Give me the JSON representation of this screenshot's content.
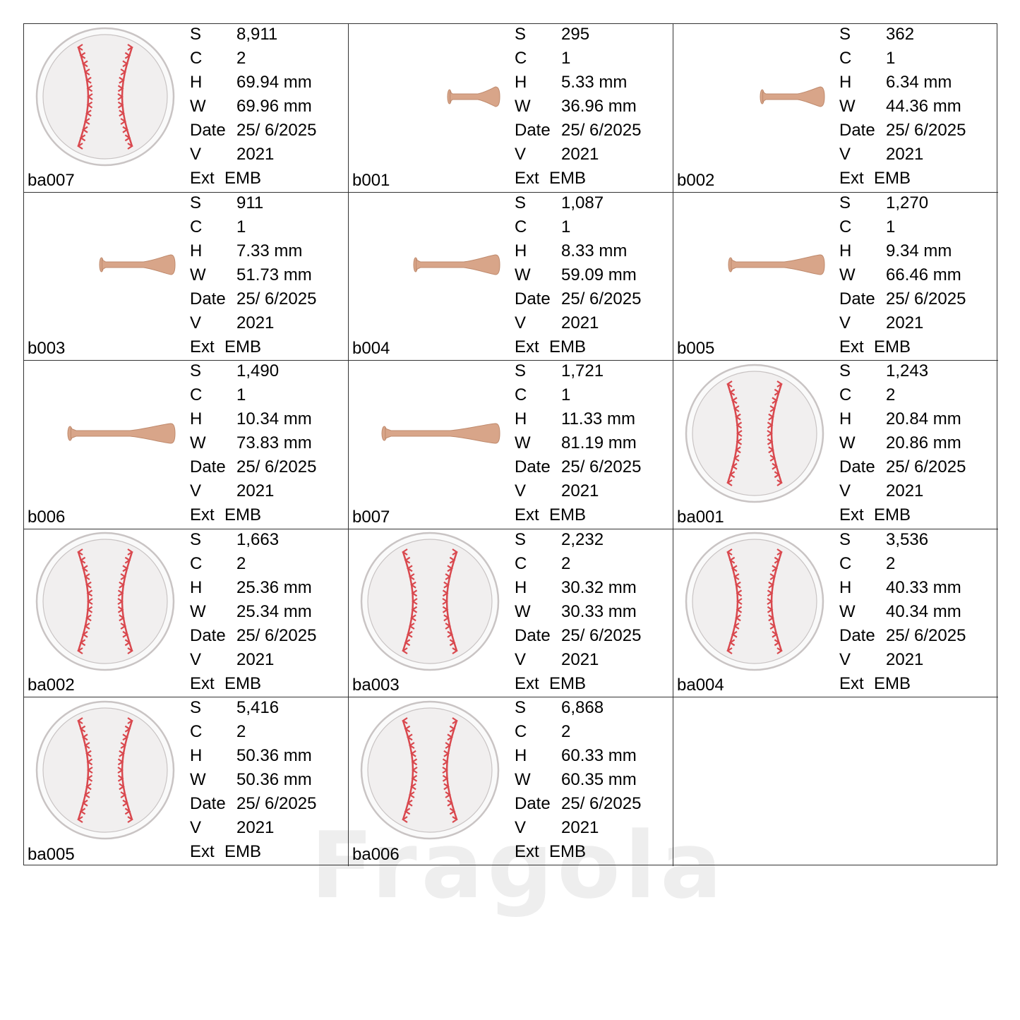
{
  "watermark": "Fragola",
  "labels": {
    "s": "S",
    "c": "C",
    "h": "H",
    "w": "W",
    "date": "Date",
    "v": "V",
    "ext": "Ext"
  },
  "designs": [
    {
      "code": "ba007",
      "icon": "baseball-icon",
      "s": "8,911",
      "c": "2",
      "h": "69.94 mm",
      "w": "69.96 mm",
      "date": "25/ 6/2025",
      "v": "2021",
      "ext": "EMB"
    },
    {
      "code": "b001",
      "icon": "baseball-bat-icon",
      "bat_length": 0.36,
      "s": "295",
      "c": "1",
      "h": "5.33 mm",
      "w": "36.96 mm",
      "date": "25/ 6/2025",
      "v": "2021",
      "ext": "EMB"
    },
    {
      "code": "b002",
      "icon": "baseball-bat-icon",
      "bat_length": 0.44,
      "s": "362",
      "c": "1",
      "h": "6.34 mm",
      "w": "44.36 mm",
      "date": "25/ 6/2025",
      "v": "2021",
      "ext": "EMB"
    },
    {
      "code": "b003",
      "icon": "baseball-bat-icon",
      "bat_length": 0.52,
      "s": "911",
      "c": "1",
      "h": "7.33 mm",
      "w": "51.73 mm",
      "date": "25/ 6/2025",
      "v": "2021",
      "ext": "EMB"
    },
    {
      "code": "b004",
      "icon": "baseball-bat-icon",
      "bat_length": 0.59,
      "s": "1,087",
      "c": "1",
      "h": "8.33 mm",
      "w": "59.09 mm",
      "date": "25/ 6/2025",
      "v": "2021",
      "ext": "EMB"
    },
    {
      "code": "b005",
      "icon": "baseball-bat-icon",
      "bat_length": 0.66,
      "s": "1,270",
      "c": "1",
      "h": "9.34 mm",
      "w": "66.46 mm",
      "date": "25/ 6/2025",
      "v": "2021",
      "ext": "EMB"
    },
    {
      "code": "b006",
      "icon": "baseball-bat-icon",
      "bat_length": 0.74,
      "s": "1,490",
      "c": "1",
      "h": "10.34 mm",
      "w": "73.83 mm",
      "date": "25/ 6/2025",
      "v": "2021",
      "ext": "EMB"
    },
    {
      "code": "b007",
      "icon": "baseball-bat-icon",
      "bat_length": 0.81,
      "s": "1,721",
      "c": "1",
      "h": "11.33 mm",
      "w": "81.19 mm",
      "date": "25/ 6/2025",
      "v": "2021",
      "ext": "EMB"
    },
    {
      "code": "ba001",
      "icon": "baseball-icon",
      "s": "1,243",
      "c": "2",
      "h": "20.84 mm",
      "w": "20.86 mm",
      "date": "25/ 6/2025",
      "v": "2021",
      "ext": "EMB"
    },
    {
      "code": "ba002",
      "icon": "baseball-icon",
      "s": "1,663",
      "c": "2",
      "h": "25.36 mm",
      "w": "25.34 mm",
      "date": "25/ 6/2025",
      "v": "2021",
      "ext": "EMB"
    },
    {
      "code": "ba003",
      "icon": "baseball-icon",
      "s": "2,232",
      "c": "2",
      "h": "30.32 mm",
      "w": "30.33 mm",
      "date": "25/ 6/2025",
      "v": "2021",
      "ext": "EMB"
    },
    {
      "code": "ba004",
      "icon": "baseball-icon",
      "s": "3,536",
      "c": "2",
      "h": "40.33 mm",
      "w": "40.34 mm",
      "date": "25/ 6/2025",
      "v": "2021",
      "ext": "EMB"
    },
    {
      "code": "ba005",
      "icon": "baseball-icon",
      "s": "5,416",
      "c": "2",
      "h": "50.36 mm",
      "w": "50.36 mm",
      "date": "25/ 6/2025",
      "v": "2021",
      "ext": "EMB"
    },
    {
      "code": "ba006",
      "icon": "baseball-icon",
      "s": "6,868",
      "c": "2",
      "h": "60.33 mm",
      "w": "60.35 mm",
      "date": "25/ 6/2025",
      "v": "2021",
      "ext": "EMB"
    },
    null
  ],
  "colors": {
    "ball_fill": "#f1efef",
    "ball_rim": "#fafafa",
    "ball_edge": "#c9c4c4",
    "stitch": "#d9484e",
    "bat": "#d8a589",
    "bat_edge": "#bf8a6d",
    "grid_line": "#333333"
  }
}
